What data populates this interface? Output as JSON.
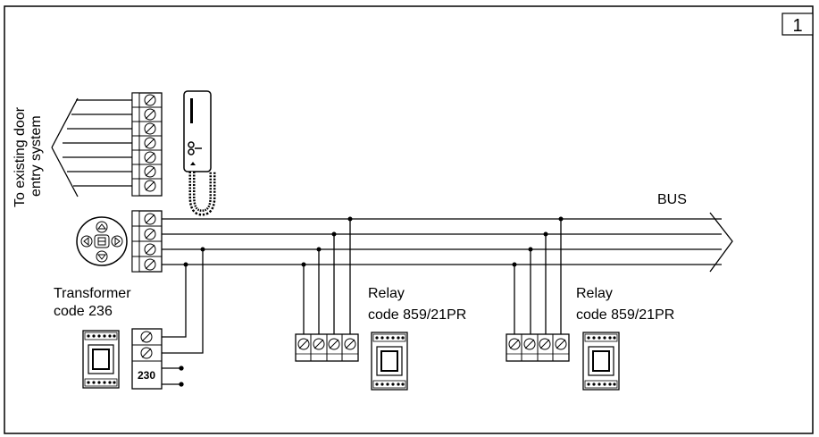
{
  "figure_number": "1",
  "labels": {
    "existing_line1": "To existing door",
    "existing_line2": "entry system",
    "bus": "BUS",
    "transformer_line1": "Transformer",
    "transformer_line2": "code 236",
    "relay1_line1": "Relay",
    "relay1_line2": "code 859/21PR",
    "relay2_line1": "Relay",
    "relay2_line2": "code 859/21PR",
    "mains": "230"
  }
}
